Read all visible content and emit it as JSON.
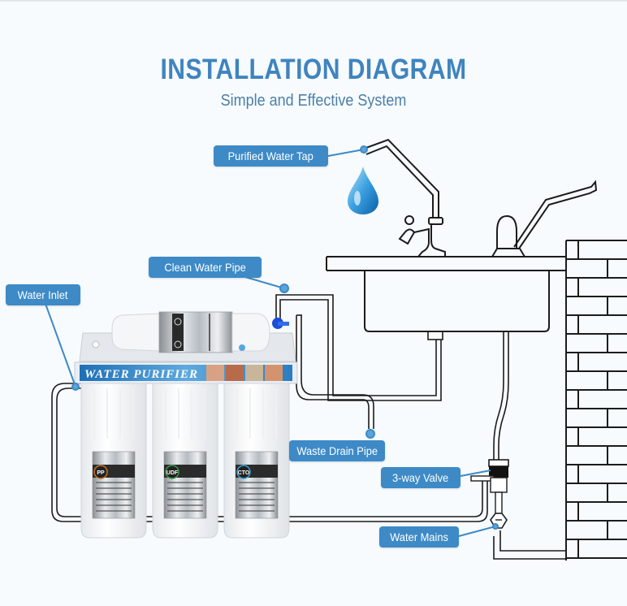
{
  "header": {
    "title": "INSTALLATION DIAGRAM",
    "subtitle": "Simple and Effective System"
  },
  "labels": {
    "purified_water_tap": "Purified Water Tap",
    "clean_water_pipe": "Clean Water Pipe",
    "water_inlet": "Water Inlet",
    "waste_drain_pipe": "Waste Drain Pipe",
    "three_way_valve": "3-way Valve",
    "water_mains": "Water Mains"
  },
  "purifier": {
    "banner": "WATER PURIFIER",
    "cartridges": [
      {
        "code": "PP"
      },
      {
        "code": "UDF"
      },
      {
        "code": "CTO"
      }
    ]
  },
  "colors": {
    "accent": "#3d8ac7",
    "title": "#3f84bf",
    "line": "#1c1c1c",
    "background": "#f7fbfe"
  }
}
